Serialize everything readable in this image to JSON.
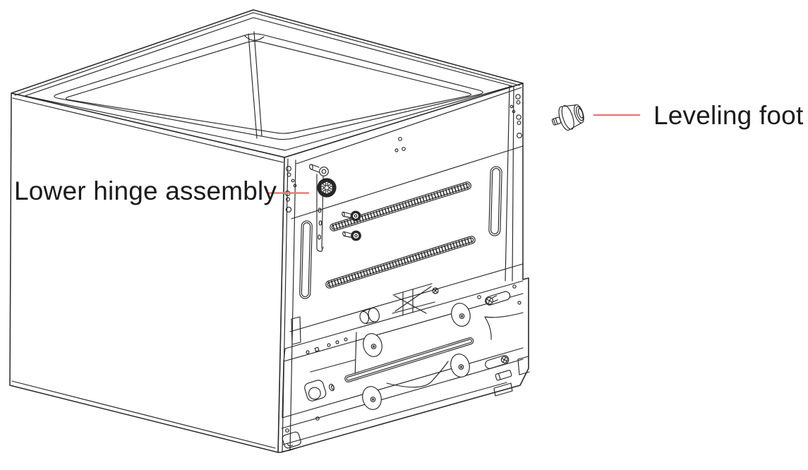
{
  "diagram": {
    "illustration": "appliance-cabinet-rear-isometric-line-drawing",
    "callouts": [
      {
        "part": "lower-hinge-assembly",
        "label": "Lower hinge assembly"
      },
      {
        "part": "leveling-foot",
        "label": "Leveling foot"
      }
    ],
    "colors": {
      "leader": "#ea7a7a",
      "ink": "#262626",
      "text": "#1b1b1b",
      "background": "#ffffff"
    }
  }
}
